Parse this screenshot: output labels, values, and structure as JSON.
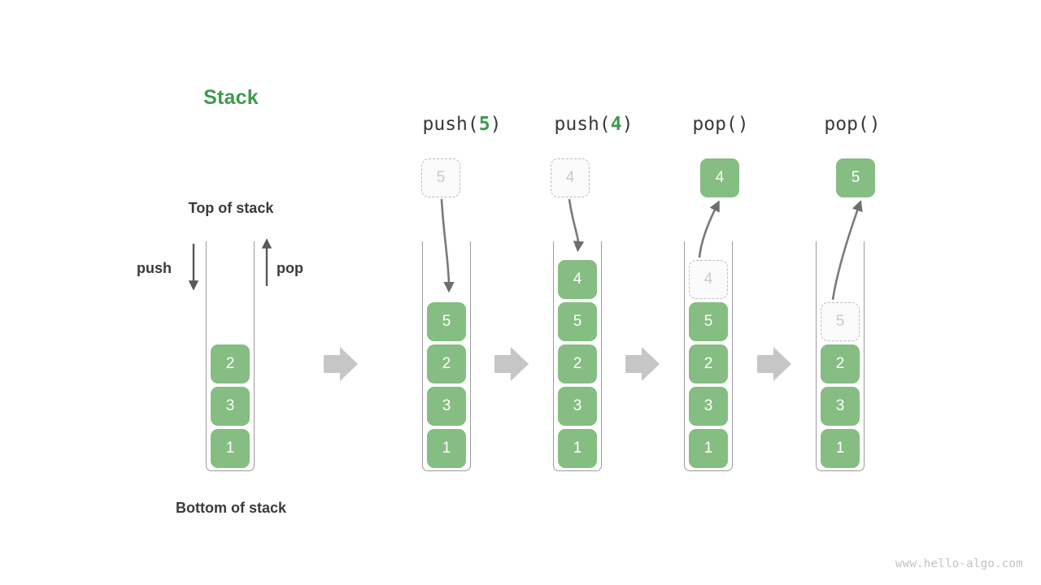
{
  "page": {
    "title": "Stack",
    "background": "#ffffff",
    "accent_green": "#3f9a4e",
    "box_green": "#85bd82",
    "ghost_gray": "#bcbcbc",
    "arrow_gray": "#c6c6c6",
    "watermark": "www.hello-algo.com"
  },
  "overview": {
    "title": "Stack",
    "top_label": "Top of stack",
    "bottom_label": "Bottom of stack",
    "push_label": "push",
    "pop_label": "pop",
    "items": [
      "2",
      "3",
      "1"
    ]
  },
  "steps": [
    {
      "id": "step-push-5",
      "op_prefix": "push(",
      "op_arg": "5",
      "op_suffix": ")",
      "op_full": "push(5)",
      "floating": {
        "value": "5",
        "style": "ghost",
        "position": "above"
      },
      "arrow": {
        "direction": "down",
        "meaning": "push-into-stack"
      },
      "items": [
        {
          "value": "5",
          "style": "solid"
        },
        {
          "value": "2",
          "style": "solid"
        },
        {
          "value": "3",
          "style": "solid"
        },
        {
          "value": "1",
          "style": "solid"
        }
      ]
    },
    {
      "id": "step-push-4",
      "op_prefix": "push(",
      "op_arg": "4",
      "op_suffix": ")",
      "op_full": "push(4)",
      "floating": {
        "value": "4",
        "style": "ghost",
        "position": "above"
      },
      "arrow": {
        "direction": "down",
        "meaning": "push-into-stack"
      },
      "items": [
        {
          "value": "4",
          "style": "solid"
        },
        {
          "value": "5",
          "style": "solid"
        },
        {
          "value": "2",
          "style": "solid"
        },
        {
          "value": "3",
          "style": "solid"
        },
        {
          "value": "1",
          "style": "solid"
        }
      ]
    },
    {
      "id": "step-pop-1",
      "op_prefix": "pop(",
      "op_arg": "",
      "op_suffix": ")",
      "op_full": "pop()",
      "floating": {
        "value": "4",
        "style": "solid",
        "position": "above"
      },
      "arrow": {
        "direction": "up",
        "meaning": "pop-out-of-stack"
      },
      "items": [
        {
          "value": "4",
          "style": "ghost"
        },
        {
          "value": "5",
          "style": "solid"
        },
        {
          "value": "2",
          "style": "solid"
        },
        {
          "value": "3",
          "style": "solid"
        },
        {
          "value": "1",
          "style": "solid"
        }
      ]
    },
    {
      "id": "step-pop-2",
      "op_prefix": "pop(",
      "op_arg": "",
      "op_suffix": ")",
      "op_full": "pop()",
      "floating": {
        "value": "5",
        "style": "solid",
        "position": "above"
      },
      "arrow": {
        "direction": "up",
        "meaning": "pop-out-of-stack"
      },
      "items": [
        {
          "value": "5",
          "style": "ghost"
        },
        {
          "value": "2",
          "style": "solid"
        },
        {
          "value": "3",
          "style": "solid"
        },
        {
          "value": "1",
          "style": "solid"
        }
      ]
    }
  ],
  "flow_arrows": 4
}
